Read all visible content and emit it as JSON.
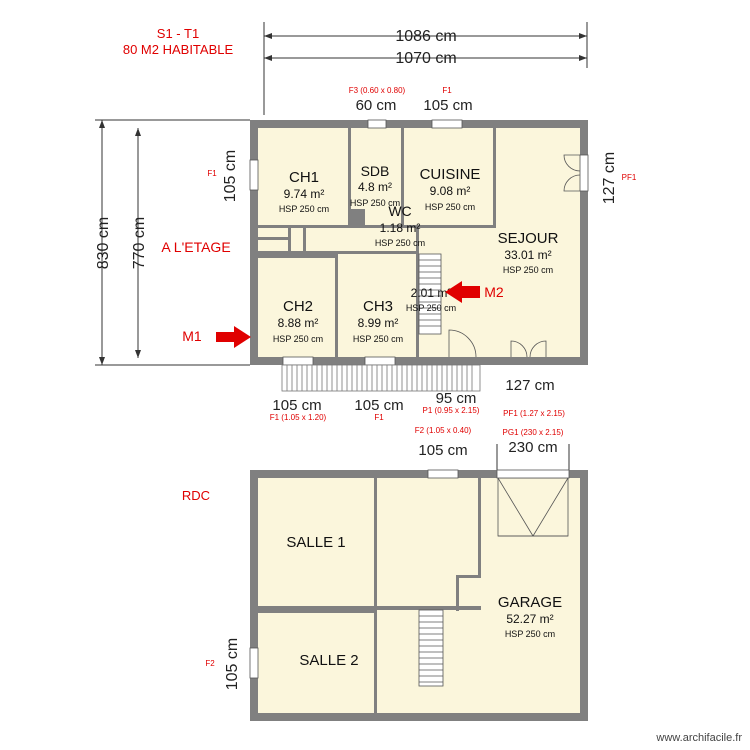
{
  "title": {
    "line1": "S1 - T1",
    "line2": "80 M2 HABITABLE"
  },
  "colors": {
    "floor": "#fbf6dc",
    "wall": "#808080",
    "red": "#e00000",
    "text": "#111111"
  },
  "upper_floor": {
    "label": "A L'ETAGE",
    "dims": {
      "total_width": "1086 cm",
      "inner_width": "1070 cm",
      "total_height": "830 cm",
      "inner_height": "770 cm",
      "w_sdb": "60 cm",
      "w_cuisine": "105 cm",
      "w_ch1": "105 cm",
      "w_sejour": "127 cm",
      "w_ch2": "105 cm",
      "w_ch3": "105 cm",
      "w_porte": "95 cm",
      "w_pf1": "127 cm"
    },
    "openings": {
      "f3": "F3 (0.60 x 0.80)",
      "f1_top": "F1",
      "f1_left": "F1",
      "pf1_right": "PF1",
      "f1_bottom_a": "F1 (1.05 x 1.20)",
      "f1_bottom_b": "F1",
      "p1": "P1 (0.95 x 2.15)",
      "pf1_bottom": "PF1 (1.27 x 2.15)"
    },
    "markers": {
      "m1": "M1",
      "m2": "M2"
    },
    "rooms": [
      {
        "name": "CH1",
        "area": "9.74 m²",
        "hsp": "HSP 250 cm"
      },
      {
        "name": "SDB",
        "area": "4.8 m²",
        "hsp": "HSP 250 cm"
      },
      {
        "name": "CUISINE",
        "area": "9.08 m²",
        "hsp": "HSP 250 cm"
      },
      {
        "name": "WC",
        "area": "1.18 m²",
        "hsp": "HSP 250 cm"
      },
      {
        "name": "SEJOUR",
        "area": "33.01 m²",
        "hsp": "HSP 250 cm"
      },
      {
        "name": "CH2",
        "area": "8.88 m²",
        "hsp": "HSP 250 cm"
      },
      {
        "name": "CH3",
        "area": "8.99 m²",
        "hsp": "HSP 250 cm"
      },
      {
        "name": "",
        "area": "2.01 m²",
        "hsp": "HSP 250 cm"
      }
    ]
  },
  "ground_floor": {
    "label": "RDC",
    "dims": {
      "w_f2": "105 cm",
      "w_pg1": "230 cm",
      "w_f2_left": "105 cm"
    },
    "openings": {
      "f2_top": "F2 (1.05 x 0.40)",
      "pg1": "PG1 (230 x 2.15)",
      "f2_left": "F2"
    },
    "rooms": [
      {
        "name": "SALLE 1"
      },
      {
        "name": "SALLE 2"
      },
      {
        "name": "GARAGE",
        "area": "52.27 m²",
        "hsp": "HSP 250 cm"
      }
    ]
  },
  "watermark": "www.archifacile.fr"
}
